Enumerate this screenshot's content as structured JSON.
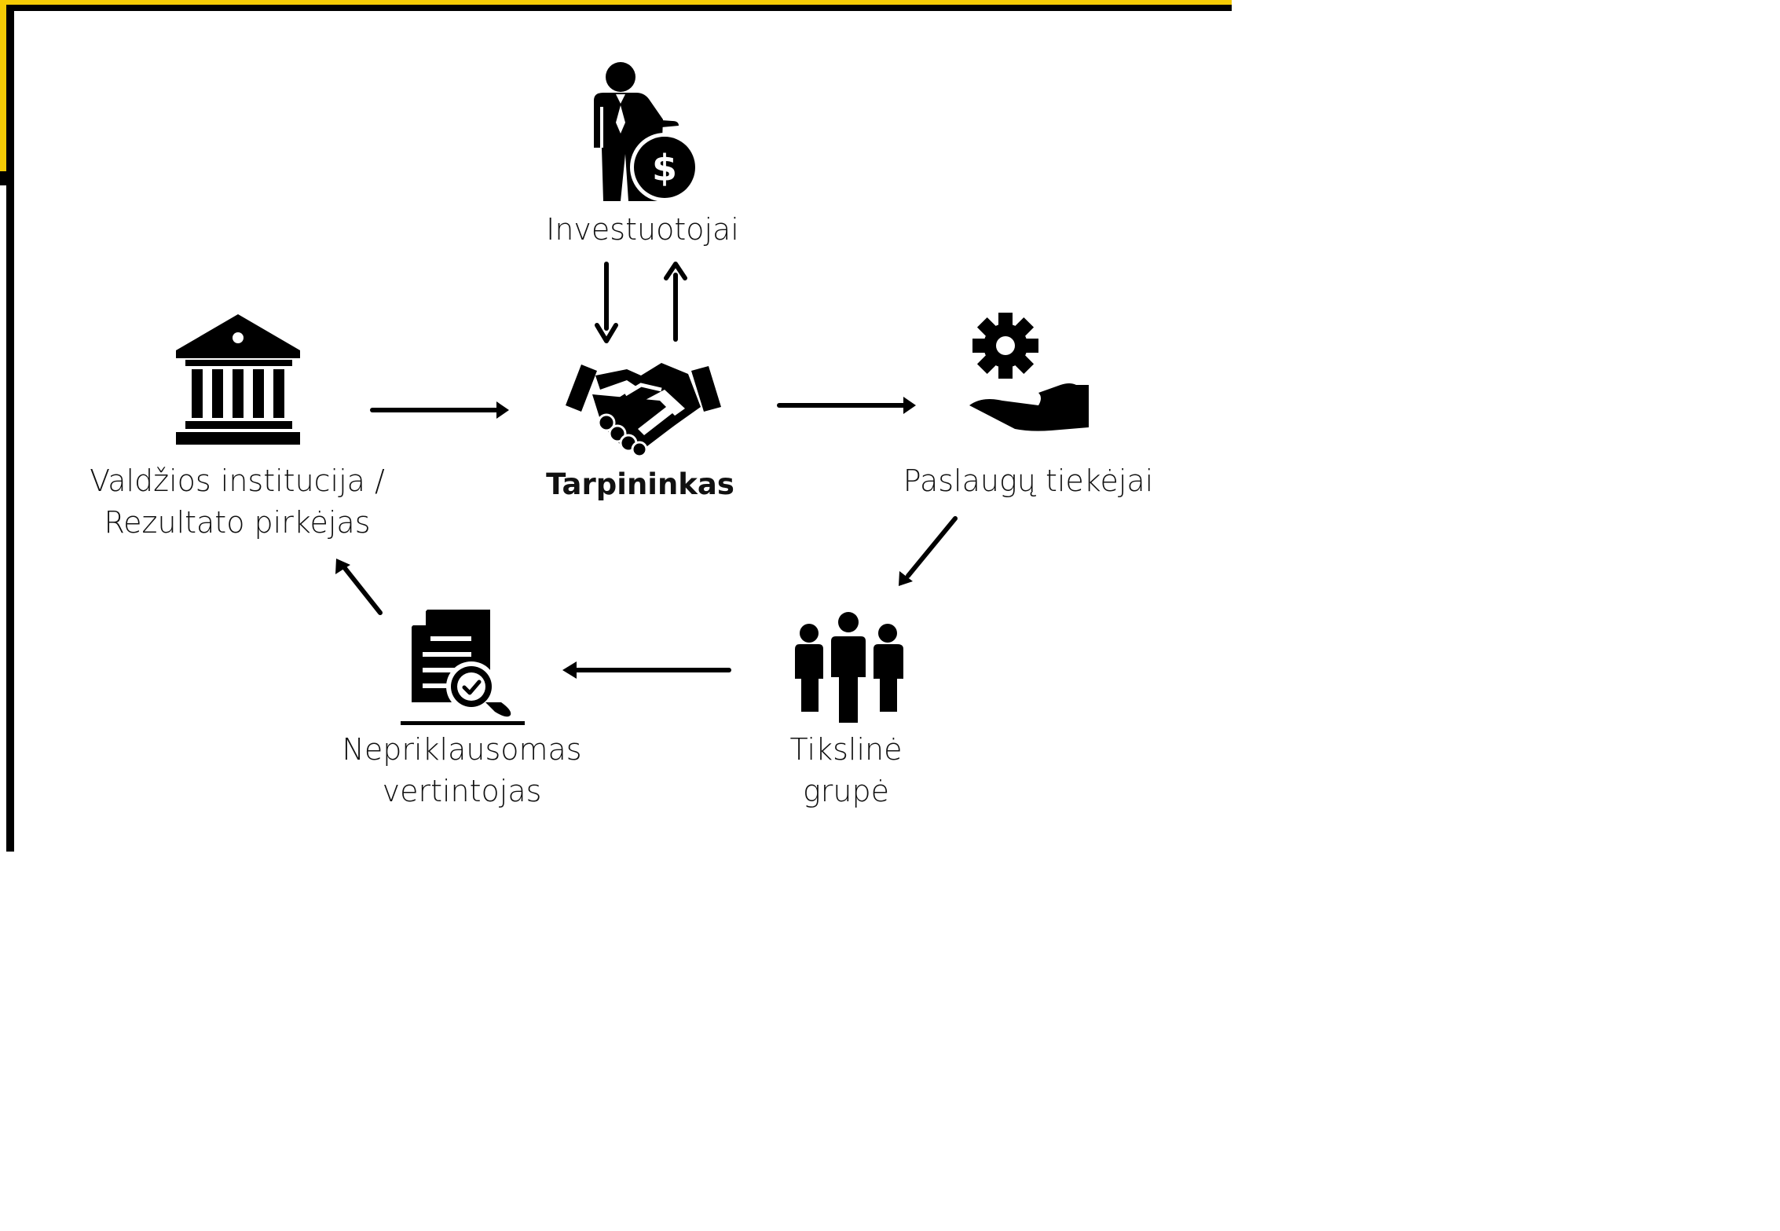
{
  "colors": {
    "frame_accent": "#F5CB05",
    "ink": "#000000",
    "background": "#FFFFFF"
  },
  "nodes": {
    "investors": {
      "label": "Investuotojai",
      "icon": "investor-money-icon"
    },
    "intermediary": {
      "label": "Tarpininkas",
      "icon": "handshake-icon"
    },
    "government": {
      "line1": "Valdžios institucija /",
      "line2": "Rezultato pirkėjas",
      "icon": "government-building-icon"
    },
    "service_providers": {
      "label": "Paslaugų tiekėjai",
      "icon": "service-hand-gear-icon"
    },
    "target_group": {
      "line1": "Tikslinė",
      "line2": "grupė",
      "icon": "people-group-icon"
    },
    "evaluator": {
      "line1": "Nepriklausomas",
      "line2": "vertintojas",
      "icon": "document-check-icon"
    }
  },
  "edges": [
    {
      "from": "investors",
      "to": "intermediary"
    },
    {
      "from": "intermediary",
      "to": "investors"
    },
    {
      "from": "government",
      "to": "intermediary"
    },
    {
      "from": "intermediary",
      "to": "service_providers"
    },
    {
      "from": "service_providers",
      "to": "target_group"
    },
    {
      "from": "target_group",
      "to": "evaluator"
    },
    {
      "from": "evaluator",
      "to": "government"
    }
  ]
}
